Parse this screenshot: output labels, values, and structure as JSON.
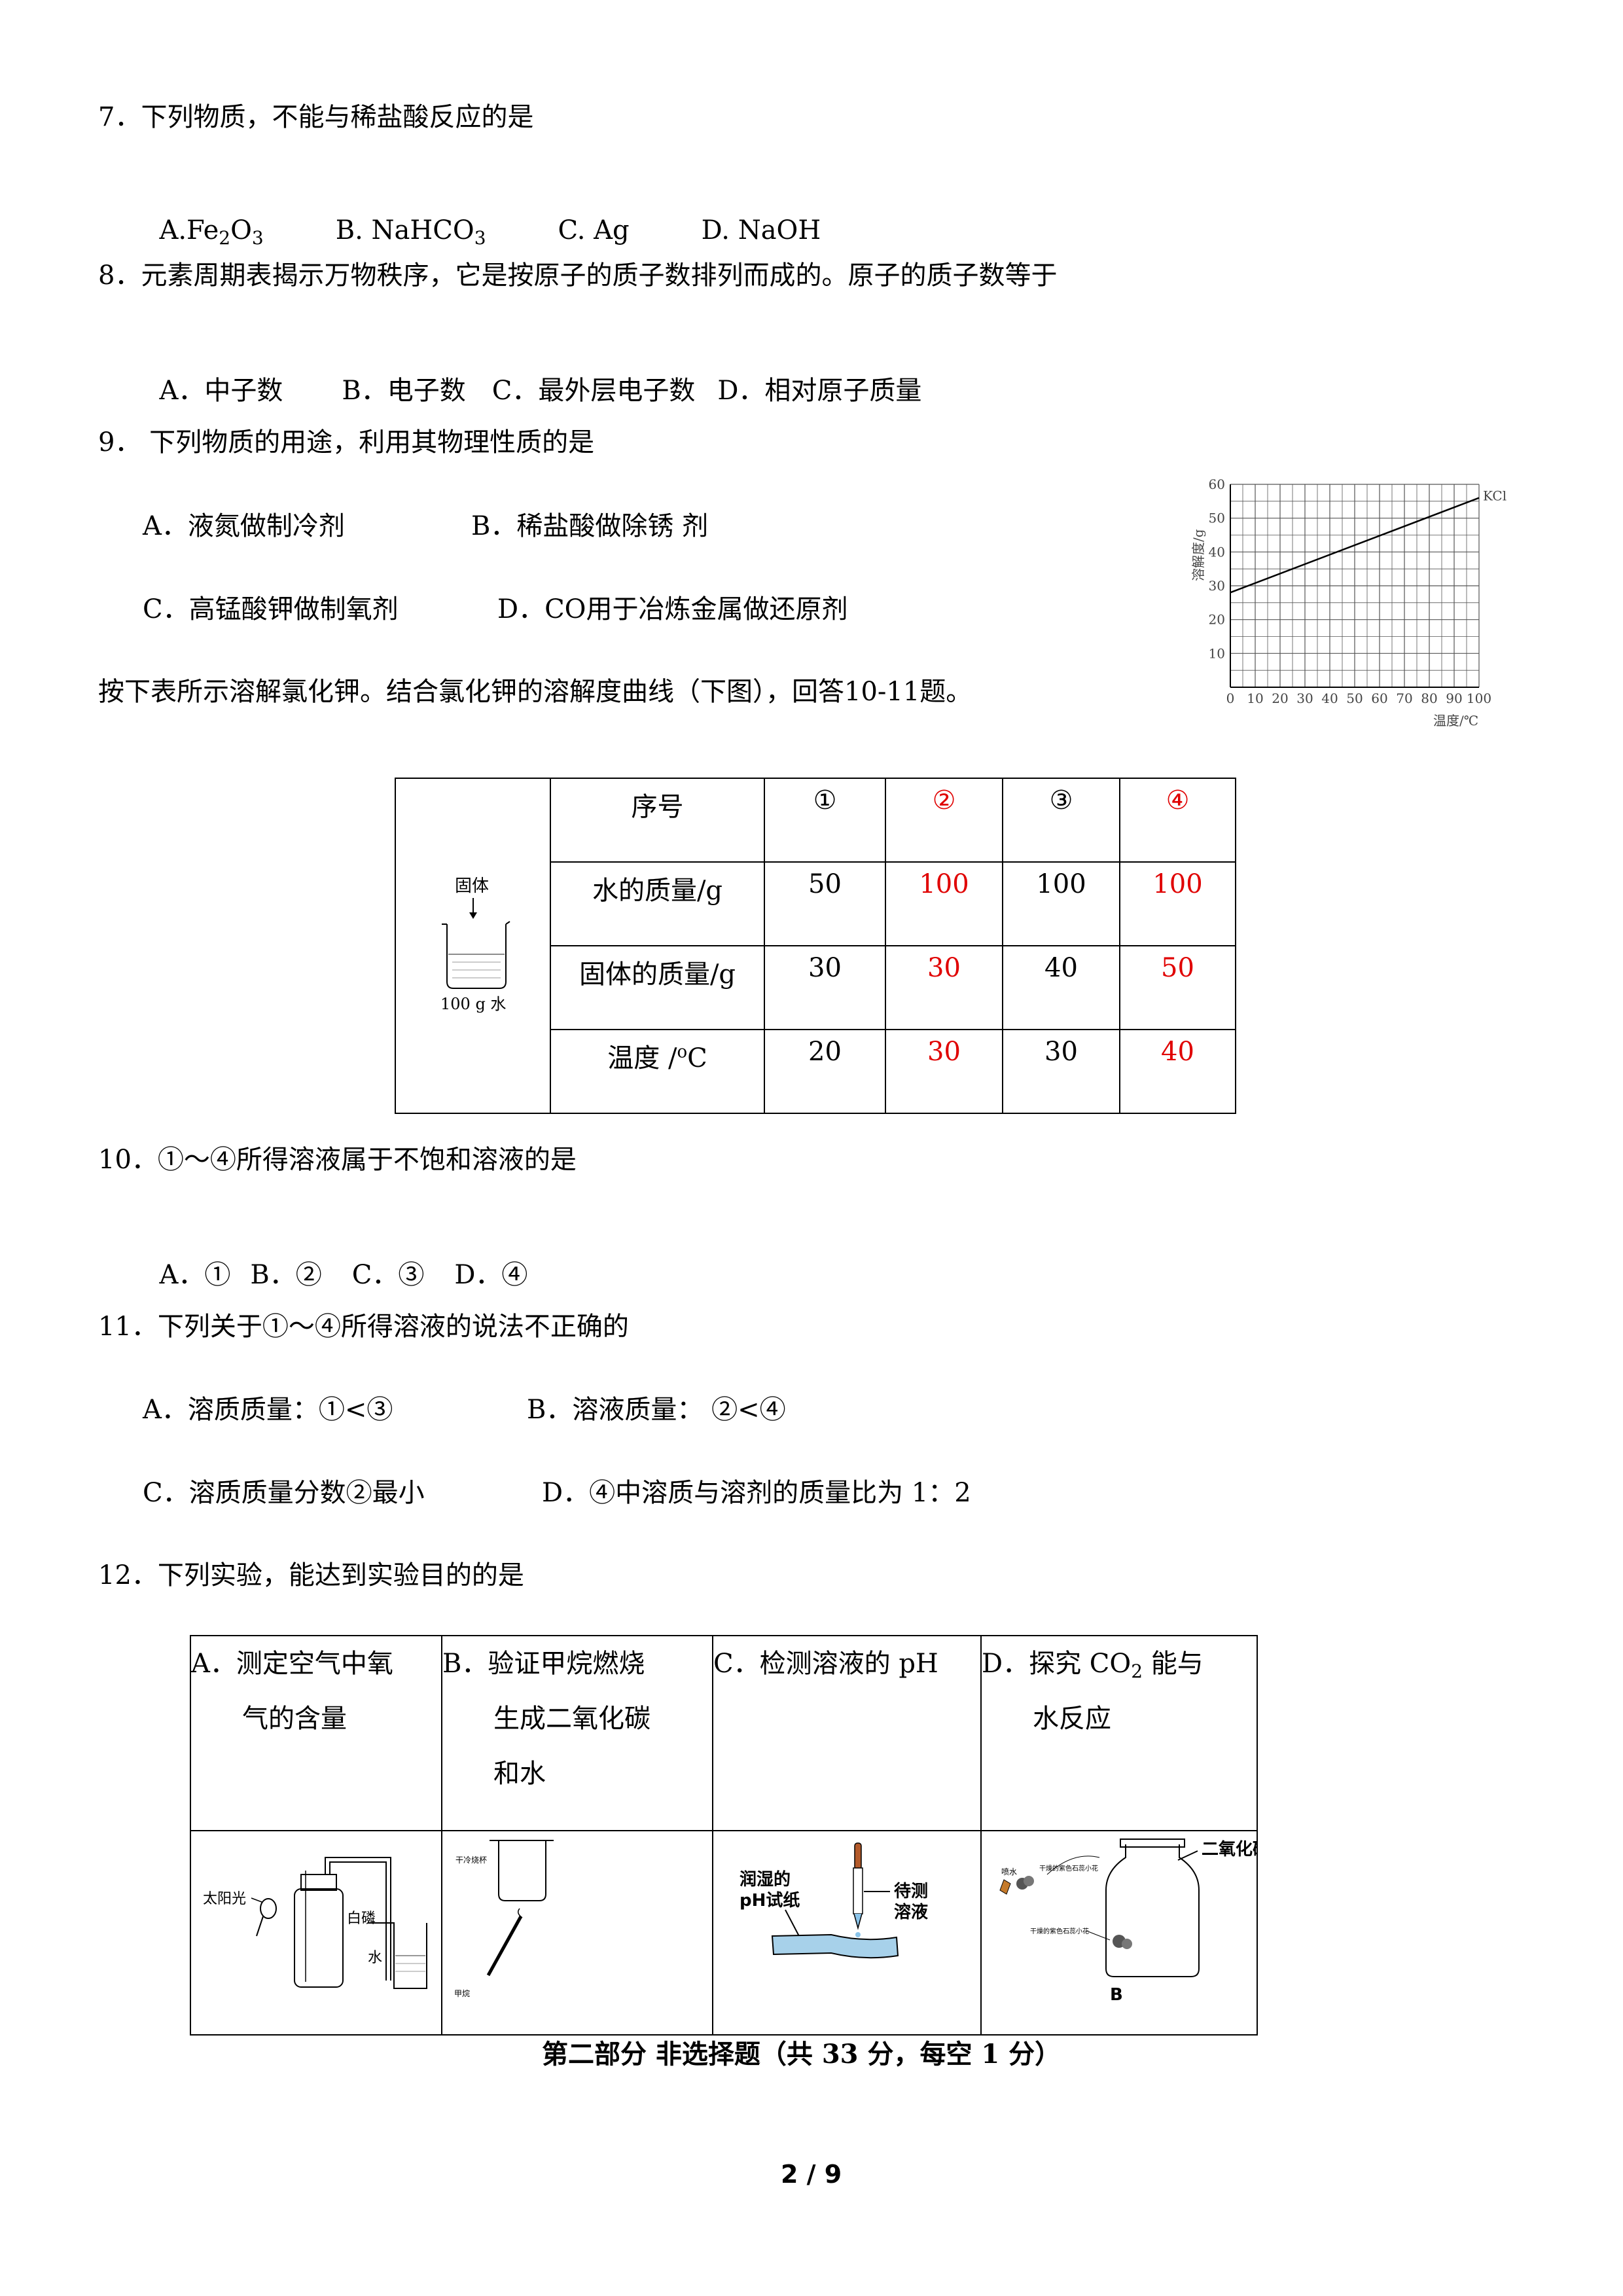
{
  "q7": {
    "stem": "7．下列物质，不能与稀盐酸反应的是",
    "options": [
      "A.Fe",
      "2",
      "O",
      "3",
      "B. NaHCO",
      "3",
      "C. Ag",
      "D. NaOH"
    ]
  },
  "q8": {
    "stem": "8．元素周期表揭示万物秩序，它是按原子的质子数排列而成的。原子的质子数等于",
    "options": [
      "A．中子数",
      "B．电子数",
      "C．最外层电子数",
      "D．相对原子质量"
    ]
  },
  "q9": {
    "stem": "9． 下列物质的用途，利用其物理性质的是",
    "options": [
      "A．液氮做制冷剂",
      "B．稀盐酸做除锈 剂",
      "C．高锰酸钾做制氧剂",
      "D．CO用于冶炼金属做还原剂"
    ]
  },
  "intro_10_11": "按下表所示溶解氯化钾。结合氯化钾的溶解度曲线（下图），回答10-11题。",
  "chart_data": {
    "type": "line",
    "series": [
      {
        "name": "KCl",
        "x": [
          0,
          100
        ],
        "y": [
          28,
          56
        ]
      }
    ],
    "x": [
      0,
      10,
      20,
      30,
      40,
      50,
      60,
      70,
      80,
      90,
      100
    ],
    "y_ticks": [
      10,
      20,
      30,
      40,
      50,
      60
    ],
    "xlabel": "温度/℃",
    "ylabel": "溶解度/g",
    "xlim": [
      0,
      100
    ],
    "ylim": [
      0,
      60
    ],
    "grid": true
  },
  "beaker_fig": {
    "solid_label": "固体",
    "water_label": "100 g 水"
  },
  "data_table": {
    "rows": [
      {
        "label": "序号",
        "values": [
          "①",
          "②",
          "③",
          "④"
        ]
      },
      {
        "label": "水的质量/g",
        "values": [
          "50",
          "100",
          "100",
          "100"
        ]
      },
      {
        "label": "固体的质量/g",
        "values": [
          "30",
          "30",
          "40",
          "50"
        ]
      },
      {
        "label": "温度 /",
        "label_sup": "o",
        "label_tail": "C",
        "values": [
          "20",
          "30",
          "30",
          "40"
        ]
      }
    ],
    "highlight_color": "#e00000"
  },
  "q10": {
    "stem": "10．①～④所得溶液属于不饱和溶液的是",
    "options": [
      "A．①",
      "B．②",
      "C．③",
      "D．④"
    ]
  },
  "q11": {
    "stem": "11．下列关于①～④所得溶液的说法不正确的",
    "options": [
      "A．溶质质量：①<③",
      "B．溶液质量： ②<④",
      "C．溶质质量分数②最小",
      "D．④中溶质与溶剂的质量比为 1：2"
    ]
  },
  "q12": {
    "stem": "12．下列实验，能达到实验目的的是",
    "cells": [
      {
        "line1": "A．测定空气中氧",
        "line2": "气的含量",
        "line3": ""
      },
      {
        "line1": "B．验证甲烷燃烧",
        "line2": "生成二氧化碳",
        "line3": "和水"
      },
      {
        "line1": "C．检测溶液的 pH",
        "line2": "",
        "line3": ""
      },
      {
        "line1": "D．探究 CO",
        "sub": "2",
        "line1_tail": " 能与",
        "line2": "水反应",
        "line3": ""
      }
    ],
    "fig_labels": {
      "a_sun": "太阳光",
      "a_phosphorus": "白磷",
      "a_water": "水",
      "b_beaker": "干冷烧杯",
      "b_methane": "甲烷",
      "c_paper": "润湿的",
      "c_paper2": "pH试纸",
      "c_solution": "待测",
      "c_solution2": "溶液",
      "d_co2": "二氧化碳",
      "d_water": "喷水",
      "d_flower1": "干燥的紫色石蕊小花",
      "d_flower2": "干燥的紫色石蕊小花",
      "d_b": "B"
    }
  },
  "section_title": "第二部分 非选择题（共 33 分，每空 1 分）",
  "page_number": "2 / 9"
}
